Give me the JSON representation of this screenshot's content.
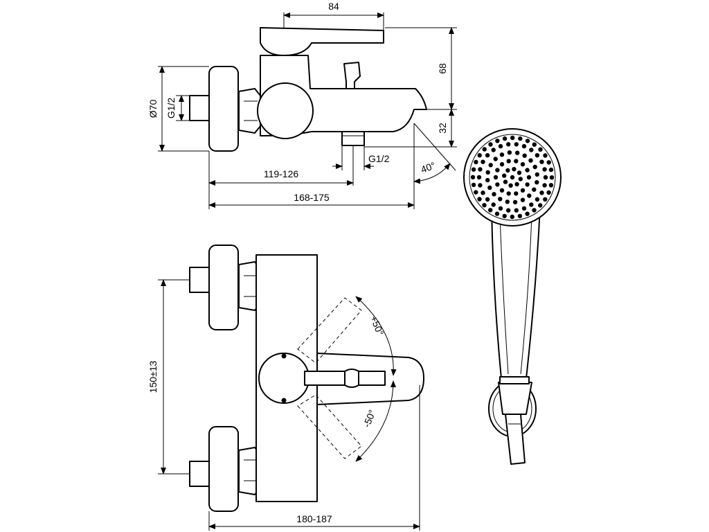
{
  "dimensions": {
    "top_width": "84",
    "height_upper": "68",
    "height_lower": "32",
    "inlet_diameter": "Ø70",
    "inlet_thread": "G1/2",
    "outlet_thread": "G1/2",
    "outlet_angle": "40°",
    "outlet_distance": "119-126",
    "total_depth": "168-175",
    "inlet_spacing": "150±13",
    "lever_plus": "+50°",
    "lever_minus": "-50°",
    "total_width": "180-187"
  }
}
